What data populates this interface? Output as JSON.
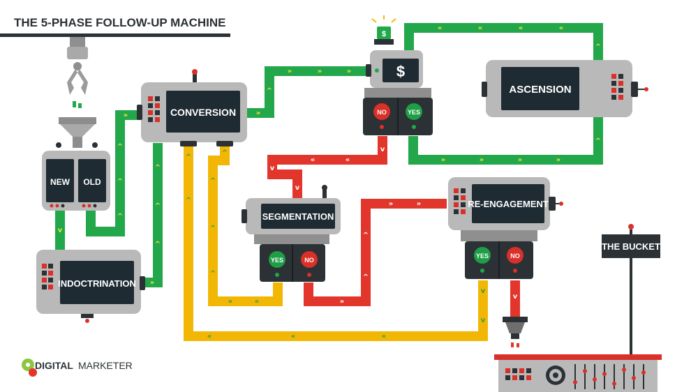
{
  "header": {
    "title": "THE 5-PHASE FOLLOW-UP MACHINE"
  },
  "machines": {
    "new_label": "NEW",
    "old_label": "OLD",
    "indoctrination": "INDOCTRINATION",
    "conversion": "CONVERSION",
    "money": "$",
    "money_sign": "$",
    "ascension": "ASCENSION",
    "segmentation": "SEGMENTATION",
    "reengagement": "RE-ENGAGEMENT",
    "bucket": "THE BUCKET"
  },
  "buttons": {
    "yes": "YES",
    "no": "NO"
  },
  "chevrons": {
    "right": "»",
    "left": "«",
    "up": "^",
    "down": "v"
  },
  "brand": {
    "digital": "DIGITAL",
    "marketer": "MARKETER"
  },
  "colors": {
    "green_pipe": "#22a74a",
    "yellow_pipe": "#f2b705",
    "red_pipe": "#e2352b",
    "machine_body": "#b9b9b9",
    "screen": "#1e2b32",
    "dark": "#2b3135",
    "yes_button": "#1f9e48",
    "no_button": "#d9302a"
  }
}
